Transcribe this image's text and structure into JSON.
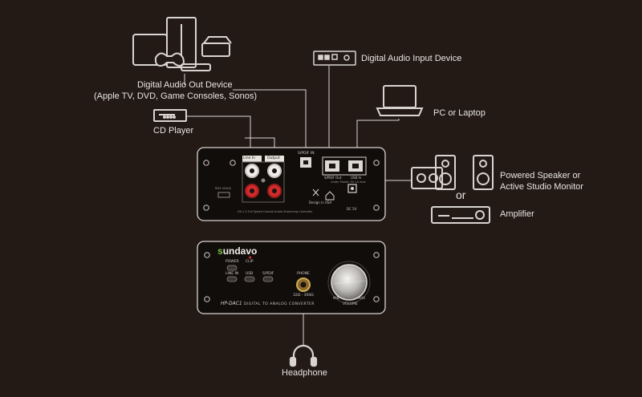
{
  "labels": {
    "digital_out_title": "Digital Audio Out Device",
    "digital_out_sub": "(Apple TV, DVD, Game Consoles, Sonos)",
    "cd_player": "CD Player",
    "digital_input_device": "Digital Audio Input Device",
    "pc_laptop": "PC or Laptop",
    "powered_speaker_line1": "Powered Speaker or",
    "powered_speaker_line2": "Active Studio Monitor",
    "or": "or",
    "amplifier": "Amplifier",
    "headphone": "Headphone"
  },
  "rear_panel": {
    "line_in": "Line In",
    "output": "Output",
    "spdif_in": "S/PDIF IN",
    "spdif_out": "S/PDIF Out",
    "usb_in": "USB In",
    "dc_in": "DC 5V",
    "design_in": "Design in USA",
    "model_text": "DX-1.0 Full Speed Coaxial Audio Streaming Controller",
    "switch_label": "RMS 40W/S",
    "power_note": "Under Power: 5V 1A max"
  },
  "front_panel": {
    "brand_prefix": "s",
    "brand_rest": "undavo",
    "power": "POWER",
    "clip": "CLIP",
    "line_in": "LINE IN",
    "usb": "USB",
    "spdif": "S/PDIF",
    "phone": "PHONE",
    "ohm": "32Ω - 300Ω",
    "model": "HP-DAC1",
    "model_desc": "DIGITAL TO ANALOG CONVERTER",
    "min": "MIN",
    "max": "MAX",
    "volume": "VOLUME"
  },
  "colors": {
    "background": "#231a16",
    "panel": "#120d0b",
    "line": "#d9d4d0",
    "accent_red": "#d32a2a",
    "brand_green": "#7cc142"
  }
}
